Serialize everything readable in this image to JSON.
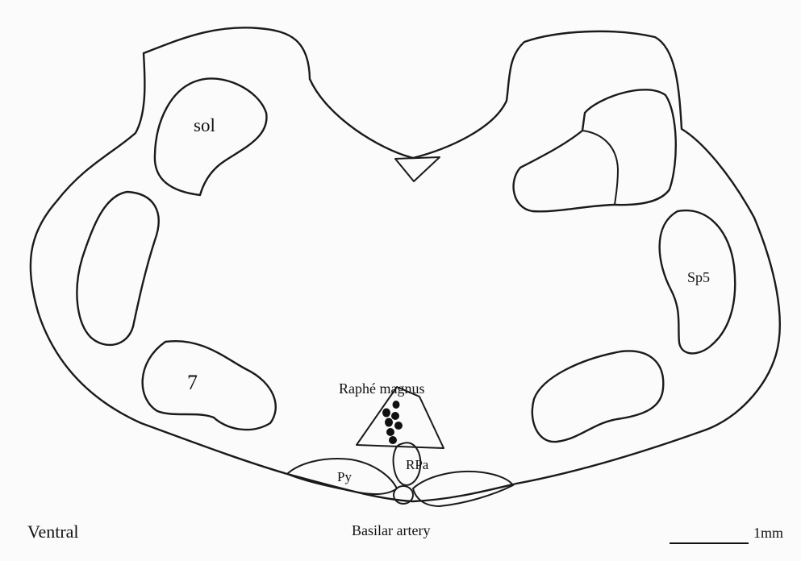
{
  "labels": {
    "sol": "sol",
    "sp5": "Sp5",
    "seven": "7",
    "raphe_magnus": "Raphé magnus",
    "rpa": "RPa",
    "py": "Py",
    "basilar_artery": "Basilar artery",
    "ventral": "Ventral",
    "scale_bar": "1mm"
  },
  "colors": {
    "ink": "#1a1a1a",
    "paper": "#fbfbfb"
  }
}
